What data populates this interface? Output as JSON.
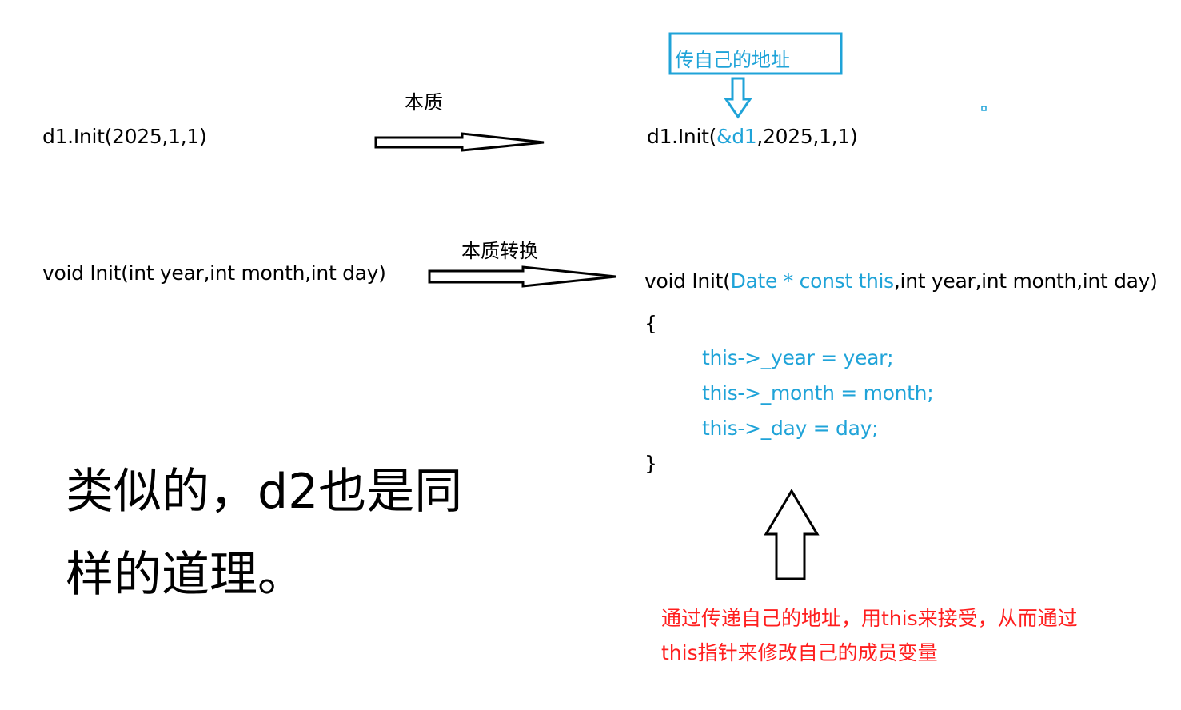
{
  "labels": {
    "essence": "本质",
    "essence_convert": "本质转换",
    "pass_own_address": "传自己的地址"
  },
  "left": {
    "call": "d1.Init(2025,1,1)",
    "decl": "void Init(int year,int month,int day)"
  },
  "right": {
    "call_prefix": "d1.Init(",
    "call_arg": "&d1",
    "call_suffix": ",2025,1,1)",
    "decl_prefix": "void Init(",
    "decl_this": "Date * const this",
    "decl_suffix": ",int year,int month,int day)",
    "open_brace": "{",
    "body": [
      "this->_year = year;",
      "this->_month = month;",
      "this->_day = day;"
    ],
    "close_brace": "}"
  },
  "note_big": {
    "line1": "类似的，d2也是同",
    "line2": "样的道理。"
  },
  "note_red": {
    "line1": "通过传递自己的地址，用this来接受，从而通过",
    "line2": "this指针来修改自己的成员变量"
  },
  "colors": {
    "accent_blue": "#1fa3d8",
    "annotation_red": "#ff1e1e",
    "text": "#000000"
  }
}
